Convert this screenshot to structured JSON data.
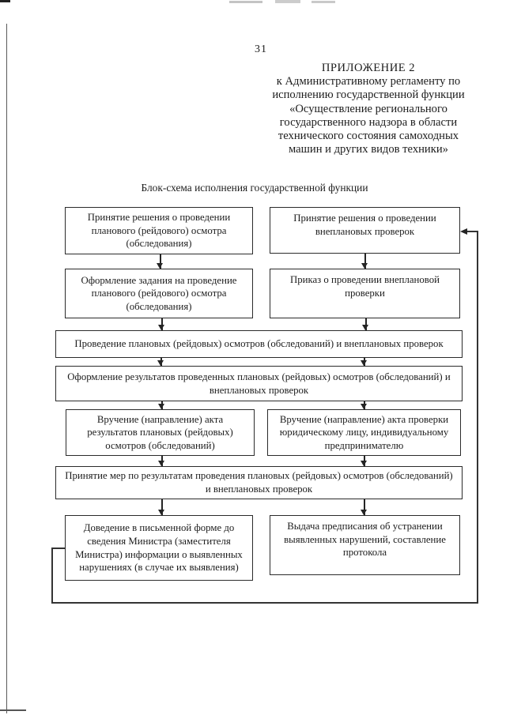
{
  "page": {
    "number": "31"
  },
  "appendix": {
    "title": "ПРИЛОЖЕНИЕ 2",
    "subtitle_lines": [
      "к Административному регламенту по",
      "исполнению государственной функции",
      "«Осуществление регионального",
      "государственного надзора в области",
      "технического состояния самоходных",
      "машин и других видов техники»"
    ]
  },
  "flowchart": {
    "title": "Блок-схема исполнения государственной функции",
    "boxes": [
      {
        "id": "plan-inspection-decision",
        "text": "Принятие решения о проведении планового (рейдового) осмотра (обследования)"
      },
      {
        "id": "unscheduled-check-decision",
        "text": "Принятие решения о проведении внеплановых проверок"
      },
      {
        "id": "plan-inspection-task",
        "text": "Оформление задания на проведение планового (рейдового) осмотра (обследования)"
      },
      {
        "id": "unscheduled-check-order",
        "text": "Приказ о проведении внеплановой проверки"
      },
      {
        "id": "conduct-inspections",
        "text": "Проведение плановых (рейдовых) осмотров (обследований) и внеплановых проверок"
      },
      {
        "id": "document-results",
        "text": "Оформление результатов проведенных плановых (рейдовых) осмотров (обследований) и внеплановых проверок"
      },
      {
        "id": "deliver-inspection-act",
        "text": "Вручение (направление) акта результатов плановых (рейдовых) осмотров (обследований)"
      },
      {
        "id": "deliver-check-act",
        "text": "Вручение (направление) акта проверки юридическому лицу, индивидуальному предпринимателю"
      },
      {
        "id": "take-measures",
        "text": "Принятие мер по результатам проведения плановых (рейдовых) осмотров (обследований) и внеплановых проверок"
      },
      {
        "id": "inform-minister",
        "text": "Доведение в письменной форме до сведения Министра (заместителя Министра) информации о выявленных нарушениях (в случае их выявления)"
      },
      {
        "id": "issue-prescription",
        "text": "Выдача предписания об устранении выявленных нарушений, составление протокола"
      }
    ]
  },
  "colors": {
    "ink": "#1c1c1c",
    "border": "#2b2b2b",
    "background": "#ffffff"
  }
}
